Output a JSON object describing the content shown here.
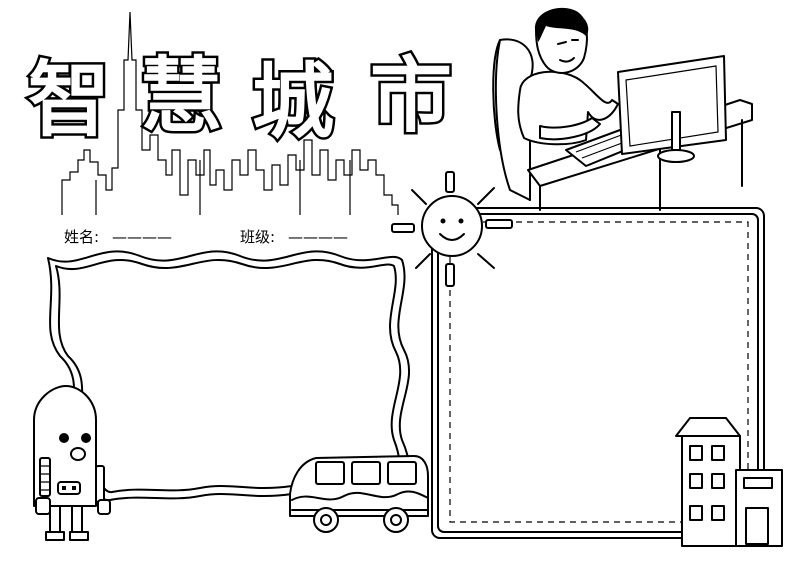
{
  "title": {
    "chars": [
      "智",
      "慧",
      "城",
      "市"
    ]
  },
  "fields": {
    "name_label": "姓名:",
    "name_line": "————",
    "class_label": "班级:",
    "class_line": "————"
  },
  "colors": {
    "ink": "#000000",
    "paper": "#ffffff"
  },
  "icons": [
    "skyline-icon",
    "person-at-computer-icon",
    "sun-icon",
    "robot-icon",
    "bus-icon",
    "building-icon"
  ]
}
